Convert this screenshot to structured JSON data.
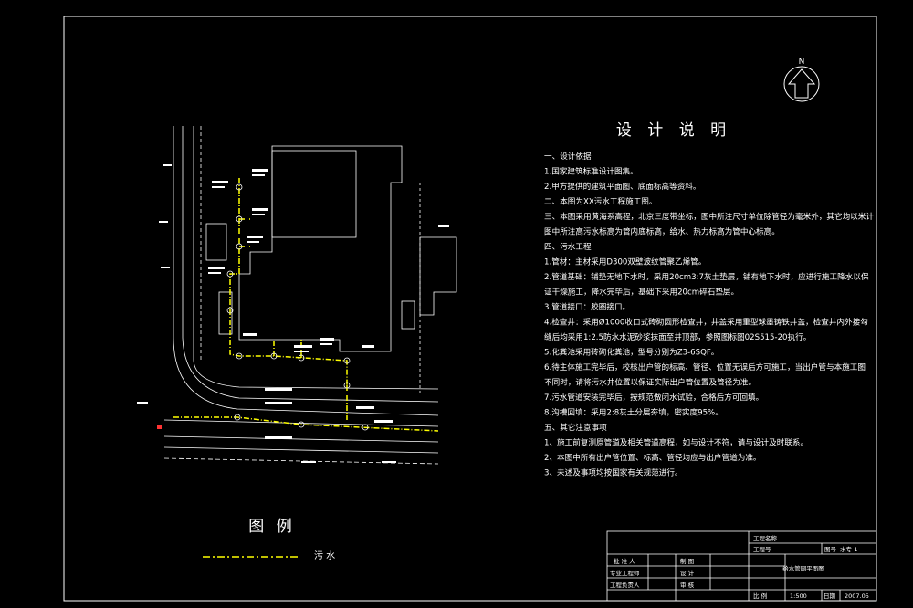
{
  "north_arrow": {
    "label": "N"
  },
  "design_notes": {
    "title": "设 计 说 明",
    "lines": [
      "一、设计依据",
      "1.国家建筑标准设计图集。",
      "2.甲方提供的建筑平面图、底面标高等资料。",
      "二、本图为XX污水工程施工图。",
      "三、本图采用黄海系高程，北京三度带坐标，图中所注尺寸单位除管径为毫米外，其它均以米计",
      "图中所注高污水标高为管内底标高，给水、热力标高为管中心标高。",
      "四、污水工程",
      "1.管材：主材采用D300双壁波纹管聚乙烯管。",
      "2.管道基础：铺垫无地下水时，采用20cm3:7灰土垫层，铺有地下水时，应进行施工降水以保",
      "证干燥施工，降水完毕后，基础下采用20cm碎石垫层。",
      "3.管道接口：胶圈接口。",
      "4.检查井：采用Ø1000收口式砖砌圆形检查井，井盖采用重型球墨铸铁井盖，检查井内外接勾",
      "缝后均采用1:2.5防水水泥砂浆抹面至井顶部，参照图标图02S515-20执行。",
      "5.化粪池采用砖砌化粪池，型号分别为Z3-6SQF。",
      "6.待主体施工完毕后，校核出户管的标高、管径、位置无误后方可施工，当出户管与本施工图",
      "不同时，请将污水井位置以保证实际出户管位置及管径为准。",
      "7.污水管道安装完毕后，按规范做闭水试验，合格后方可回填。",
      "8.沟槽回填：采用2:8灰土分层夯填，密实度95%。",
      "五、其它注意事项",
      "1、施工前复测原管道及相关管道高程，如与设计不符，请与设计及时联系。",
      "2、本图中所有出户管位置、标高、管径均应与出户管道为准。",
      "3、未述及事项均按国家有关规范进行。"
    ]
  },
  "legend": {
    "title": "图 例",
    "item_label": "污 水",
    "line_color": "#ffff00"
  },
  "title_block": {
    "project_name_label": "工程名称",
    "project_no_label": "工程号",
    "drawing_no_label": "图号",
    "drawing_no_value": "水专-1",
    "drawing_title": "给水管网平面图",
    "rows": [
      {
        "c1": "批 准 人",
        "c3": "制 图"
      },
      {
        "c1": "专业工程师",
        "c3": "设 计"
      },
      {
        "c1": "工程负责人",
        "c3": "审 核"
      }
    ],
    "scale_label": "比 例",
    "scale_value": "1:500",
    "date_label": "日期",
    "date_value": "2007.05"
  },
  "colors": {
    "background": "#000000",
    "frame": "#ffffff",
    "building": "#ffffff",
    "sewer": "#ffff00",
    "road": "#ffffff",
    "text": "#ffffff",
    "marker": "#ff0000"
  }
}
